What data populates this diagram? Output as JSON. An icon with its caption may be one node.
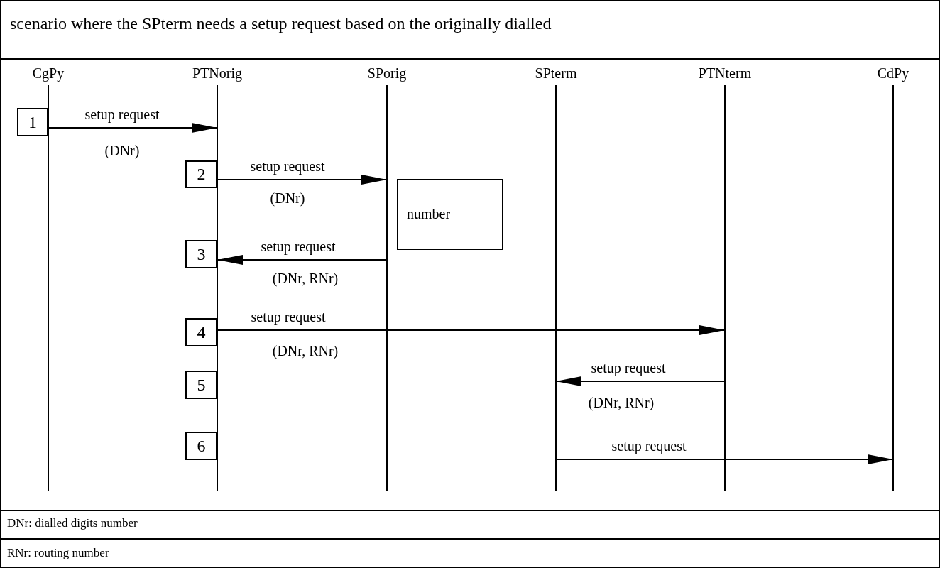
{
  "diagram": {
    "title": "scenario where the SPterm needs a setup request based on the originally dialled",
    "nodes": [
      {
        "text": [
          "CgPy"
        ]
      },
      {
        "text": [
          "PTNorig"
        ]
      },
      {
        "text": [
          "SPorig"
        ]
      },
      {
        "text": [
          "SPterm"
        ]
      },
      {
        "text": [
          "PTNterm"
        ]
      },
      {
        "text": [
          "CdPy"
        ]
      },
      {
        "text": [
          "1"
        ]
      },
      {
        "text": [
          "2"
        ]
      },
      {
        "text": [
          "3"
        ]
      },
      {
        "text": [
          "4"
        ]
      },
      {
        "text": [
          "5"
        ]
      },
      {
        "text": [
          "6"
        ]
      },
      {
        "text": [
          "number"
        ]
      }
    ],
    "edges": [
      {
        "from": 0,
        "to": 1,
        "arrow": "to",
        "label": "setup request"
      },
      {
        "from": 1,
        "to": 2,
        "arrow": "to",
        "label": "setup request"
      },
      {
        "from": 2,
        "to": 1,
        "arrow": "to",
        "label": "setup request"
      },
      {
        "from": 1,
        "to": 4,
        "arrow": "to",
        "label": "setup request"
      },
      {
        "from": 4,
        "to": 3,
        "arrow": "to",
        "label": "setup request"
      },
      {
        "from": 3,
        "to": 5,
        "arrow": "to",
        "label": "setup request"
      }
    ],
    "labels": [
      "(DNr)",
      "(DNr)",
      "(DNr, RNr)",
      "(DNr, RNr)",
      "(DNr, RNr)",
      "DNr: dialled digits number",
      "RNr: routing number"
    ]
  }
}
